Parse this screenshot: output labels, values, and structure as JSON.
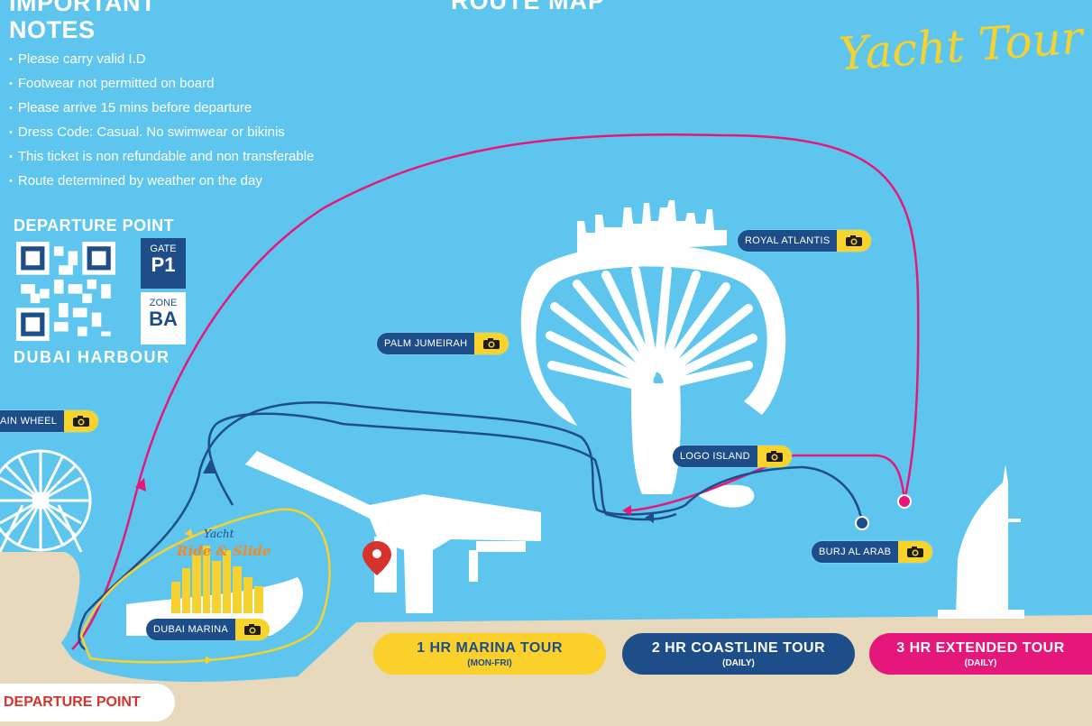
{
  "notes": {
    "title_line1": "IMPORTANT",
    "title_line2": "NOTES",
    "items": [
      "Please carry valid I.D",
      "Footwear not permitted on board",
      "Please arrive 15 mins before departure",
      "Dress Code: Casual. No swimwear or bikinis",
      "This ticket is non refundable and non transferable",
      "Route determined by weather on the day"
    ]
  },
  "header": {
    "route_title": "ROUTE MAP",
    "brand_script": "Yacht Tour"
  },
  "departure": {
    "title": "DEPARTURE POINT",
    "gate_label": "GATE",
    "gate_value": "P1",
    "zone_label": "ZONE",
    "zone_value": "BA",
    "location": "DUBAI HARBOUR"
  },
  "landmarks": {
    "royal_atlantis": "ROYAL ATLANTIS",
    "palm_jumeirah": "PALM JUMEIRAH",
    "logo_island": "LOGO ISLAND",
    "burj_al_arab": "BURJ AL ARAB",
    "ain_wheel": "AIN WHEEL",
    "dubai_marina": "DUBAI MARINA"
  },
  "marina_logo": {
    "line1": "Yacht",
    "line2": "Ride & Slide"
  },
  "tours": [
    {
      "name": "1 HR MARINA TOUR",
      "schedule": "(MON-FRI)",
      "color": "#fbd02a",
      "text_color": "#1d4e89"
    },
    {
      "name": "2 HR COASTLINE TOUR",
      "schedule": "(DAILY)",
      "color": "#1d4e89",
      "text_color": "#ffffff"
    },
    {
      "name": "3 HR EXTENDED TOUR",
      "schedule": "(DAILY)",
      "color": "#e6177a",
      "text_color": "#ffffff"
    }
  ],
  "footer": {
    "departure_label": "DEPARTURE POINT"
  },
  "icons": {
    "camera": "camera-icon",
    "location_pin": "map-pin-icon"
  },
  "colors": {
    "sea": "#5ec6ee",
    "sand": "#e8d8bc",
    "navy": "#1d4e89",
    "yellow": "#fbd02a",
    "pink": "#e6177a",
    "pin_red": "#d6332d"
  }
}
